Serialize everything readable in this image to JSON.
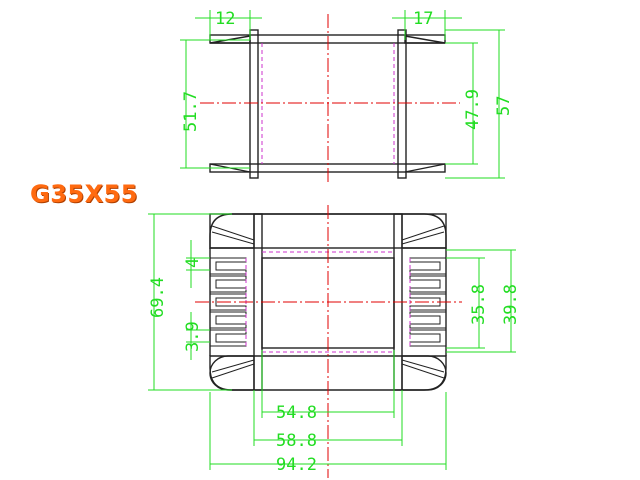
{
  "title": "G35X55",
  "dimensions": {
    "top_left_width": "12",
    "top_right_width": "17",
    "top_inner_height": "51.7",
    "top_mid_height": "47.9",
    "top_outer_height": "57",
    "bottom_outer_height": "69.4",
    "slot_width": "4",
    "fin_pitch": "3.9",
    "inner_height": "35.8",
    "mid_height": "39.8",
    "inner_width": "54.8",
    "mid_width": "58.8",
    "outer_width": "94.2"
  },
  "colors": {
    "dimension": "#22dd22",
    "centerline": "#e00000",
    "hidden": "#cc33cc",
    "title": "#ff6a10",
    "outline": "#222222"
  }
}
